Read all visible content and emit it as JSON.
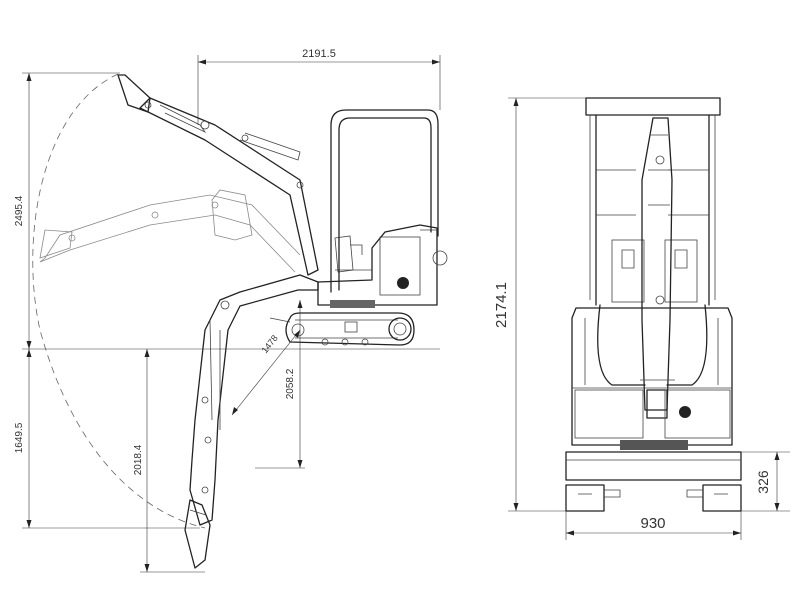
{
  "dimensions": {
    "side_cab_length": "2191.5",
    "side_max_height": "2495.4",
    "side_dig_depth": "1649.5",
    "side_vertical_dig_depth": "2018.4",
    "side_reach": "2058.2",
    "side_boom_radius": "1478",
    "front_overall_height": "2174.1",
    "front_ground_clearance": "326",
    "front_overall_width": "930"
  }
}
